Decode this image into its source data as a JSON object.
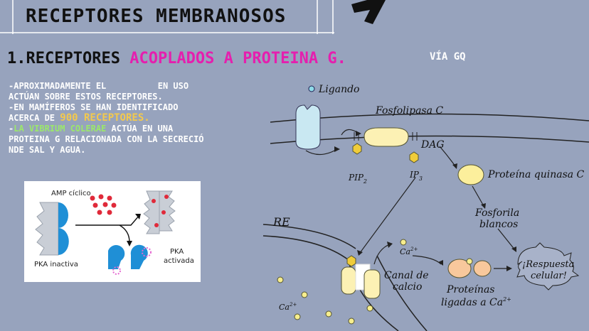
{
  "title": "RECEPTORES MEMBRANOSOS",
  "heading": {
    "prefix": "1.RECEPTORES",
    "accent": "ACOPLADOS A PROTEINA G."
  },
  "via": "VÍA GQ",
  "bullets": {
    "b1_part1": "-APROXIMADAMENTE EL",
    "b1_part2": "EN USO",
    "b1_line2": "ACTÚAN SOBRE ESTOS RECEPTORES.",
    "b2_line1": "-EN MAMÍFEROS SE HAN IDENTIFICADO",
    "b2_part1": "ACERCA DE",
    "b2_highlight": "900 RECEPTORES.",
    "b3_dash": "-",
    "b3_highlight": "LA VIBRIUM COLERAE",
    "b3_rest": "ACTÚA EN UNA",
    "b3_line2": "PROTEINA G RELACIONADA CON LA SECRECIÓ",
    "b3_line3": "NDE SAL Y AGUA."
  },
  "pka": {
    "amp": "AMP cíclico",
    "inactive": "PKA inactiva",
    "active1": "PKA",
    "active2": "activada"
  },
  "diagram": {
    "ligando": "Ligando",
    "fosfolipasa": "Fosfolipasa C",
    "dag": "DAG",
    "pip2": "PIP",
    "pip2_sub": "2",
    "ip3": "IP",
    "ip3_sub": "3",
    "pkc": "Proteína quinasa C",
    "fosforila1": "Fosforila",
    "fosforila2": "blancos",
    "re": "RE",
    "ca_top": "Ca",
    "ca_top_sup": "2+",
    "ca_bottom": "Ca",
    "ca_bottom_sup": "2+",
    "canal1": "Canal de",
    "canal2": "calcio",
    "proteinas1": "Proteínas",
    "proteinas2": "ligadas a Ca",
    "proteinas_sup": "2+",
    "respuesta1": "¡Respuesta",
    "respuesta2": "celular!"
  },
  "colors": {
    "background": "#97a3bd",
    "accent": "#e51fae",
    "highlight": "#f3c94d",
    "green": "#9be86a"
  }
}
